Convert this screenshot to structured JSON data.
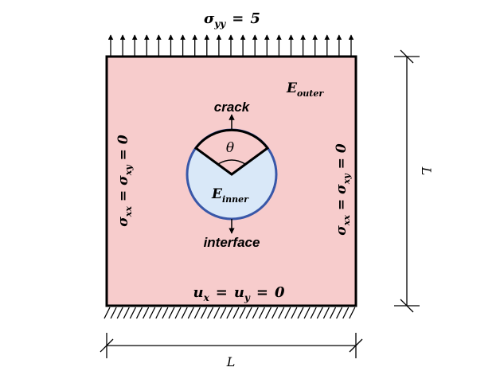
{
  "colors": {
    "outer_fill": "#f7cccc",
    "inner_fill": "#d9e8f8",
    "inner_stroke": "#3957a8",
    "stroke": "#000000"
  },
  "top_load": {
    "sigma": "σ",
    "sub": "yy",
    "eq": "=",
    "value": "5"
  },
  "outer_modulus": {
    "E": "E",
    "sub": "outer"
  },
  "inner_modulus": {
    "E": "E",
    "sub": "inner"
  },
  "crack_label": "crack",
  "interface_label": "interface",
  "angle_label": "θ",
  "left_bc": {
    "a": "σ",
    "a_sub": "xx",
    "eq1": "=",
    "b": "σ",
    "b_sub": "xy",
    "eq2": "=",
    "value": "0"
  },
  "right_bc": {
    "a": "σ",
    "a_sub": "xx",
    "eq1": "=",
    "b": "σ",
    "b_sub": "xy",
    "eq2": "=",
    "value": "0"
  },
  "bottom_bc": {
    "a": "u",
    "a_sub": "x",
    "eq1": "=",
    "b": "u",
    "b_sub": "y",
    "eq2": "=",
    "value": "0"
  },
  "dim_horizontal": "L",
  "dim_vertical": "L"
}
